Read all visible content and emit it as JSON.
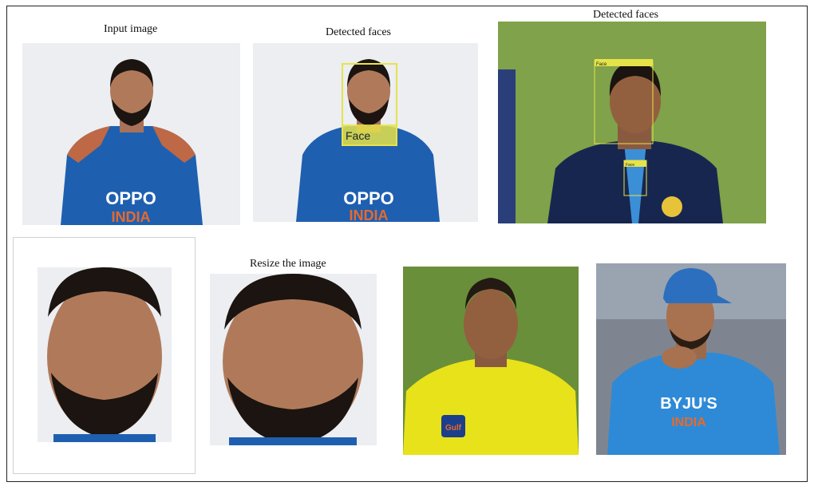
{
  "captions": {
    "input": "Input image",
    "detected_1": "Detected faces",
    "detected_2": "Detected faces",
    "resize": "Resize the image"
  },
  "detections": {
    "box_label": "Face",
    "small_label_a": "Face",
    "small_label_b": "Face"
  },
  "jerseys": {
    "sponsor_1": "OPPO",
    "team_1": "INDIA",
    "sponsor_2": "OPPO",
    "team_2": "INDIA",
    "sponsor_3": "BYJU'S",
    "team_3": "INDIA",
    "sponsor_4": "Gulf"
  },
  "colors": {
    "detect_box": "#e6e34a",
    "jersey_blue": "#1f5fb0",
    "jersey_navy": "#17264f",
    "jersey_yellow": "#e8e21a",
    "pitch_green": "#6a8f3a",
    "skin": "#b07a5a",
    "hair": "#1b1410"
  }
}
